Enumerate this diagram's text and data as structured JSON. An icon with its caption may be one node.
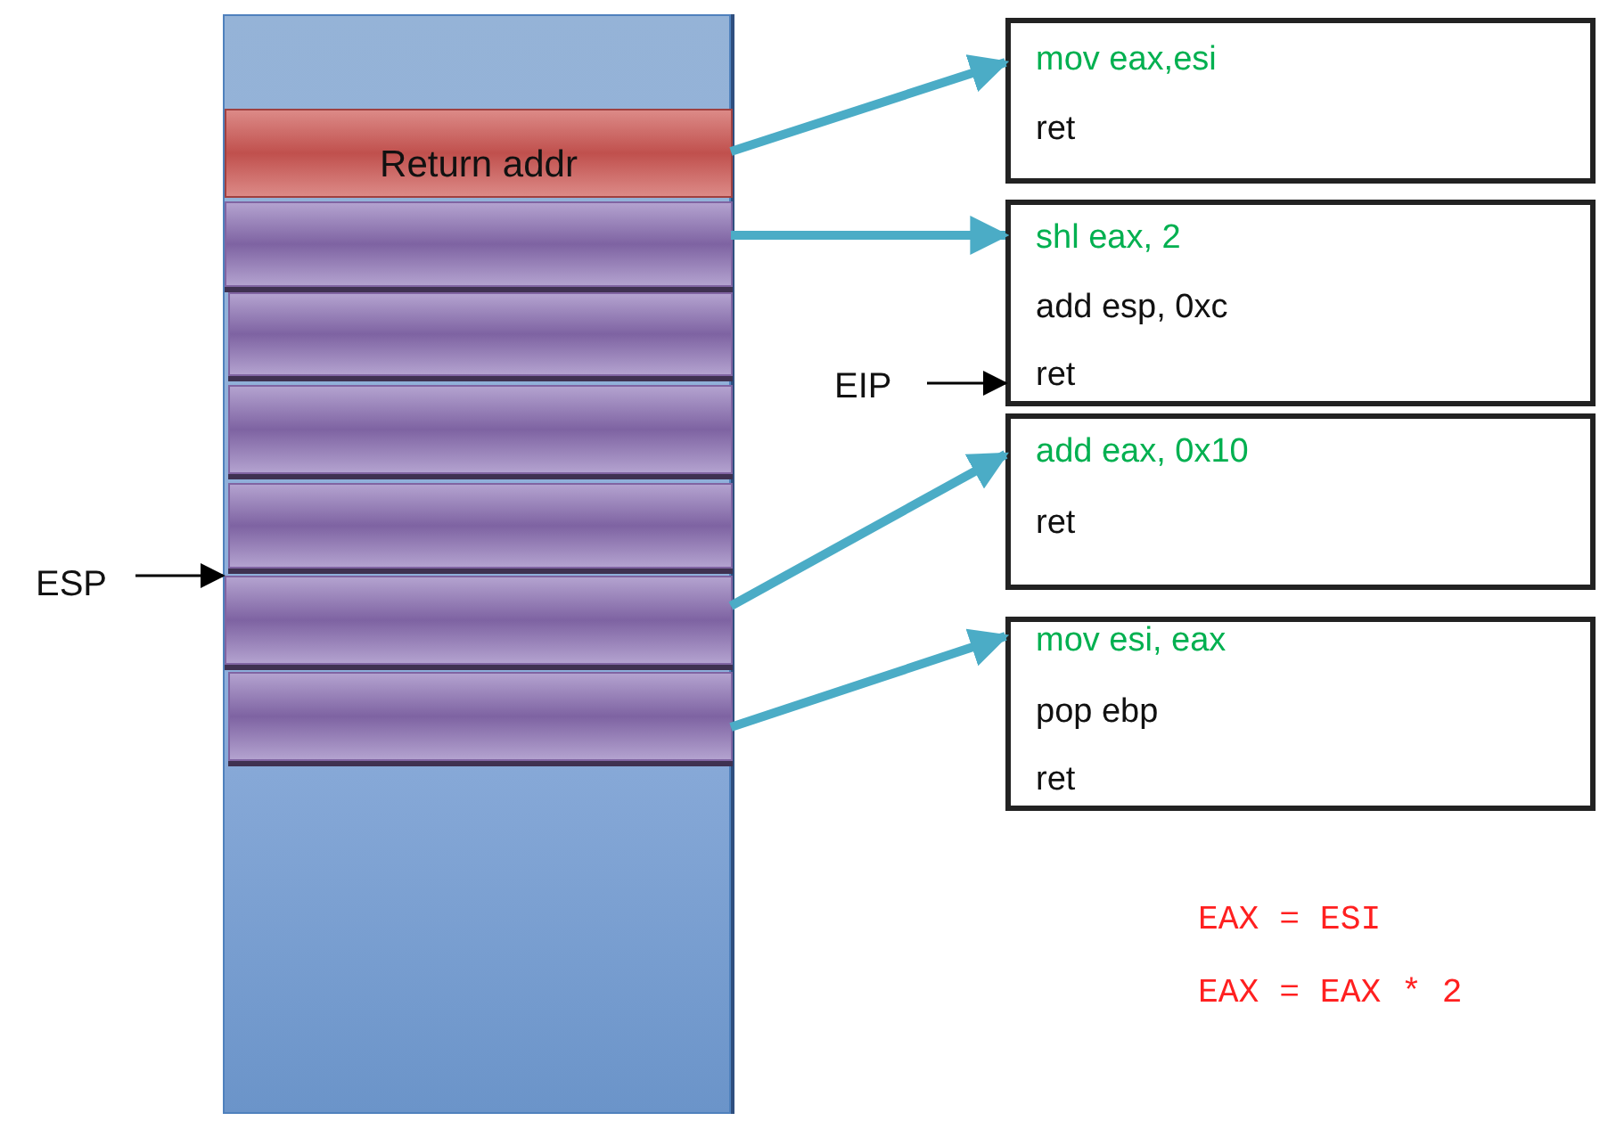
{
  "diagram": {
    "nodes": [
      {
        "text": [],
        "shape": "box"
      },
      {
        "text": [
          "Return addr"
        ],
        "in": 0
      },
      {
        "text": [],
        "shape": "bar",
        "in": 0
      },
      {
        "text": [],
        "shape": "bar",
        "in": 0
      },
      {
        "text": [],
        "shape": "bar",
        "in": 0
      },
      {
        "text": [],
        "shape": "bar",
        "in": 0
      },
      {
        "text": [],
        "shape": "bar",
        "in": 0
      },
      {
        "text": [],
        "shape": "bar",
        "in": 0
      },
      {
        "text": [
          "mov eax,esi",
          "ret"
        ]
      },
      {
        "text": [
          "shl eax, 2",
          "add esp, 0xc",
          "ret"
        ]
      },
      {
        "text": [
          "add eax, 0x10",
          "ret"
        ]
      },
      {
        "text": [
          "mov esi, eax",
          "pop ebp",
          "ret"
        ]
      },
      {
        "text": [
          "EIP"
        ]
      },
      {
        "text": [
          "ESP"
        ]
      }
    ],
    "edges": [
      {
        "from": 1,
        "to": 8,
        "arrow": "to"
      },
      {
        "from": 2,
        "to": 9,
        "arrow": "to"
      },
      {
        "from": 6,
        "to": 10,
        "arrow": "to"
      },
      {
        "from": 7,
        "to": 11,
        "arrow": "to"
      },
      {
        "from": 12,
        "to": 9,
        "arrow": "to",
        "color": "#000000"
      },
      {
        "from": 13,
        "to": 6,
        "arrow": "to",
        "color": "#000000"
      }
    ],
    "labels": [
      "EAX = ESI",
      "EAX = EAX * 2"
    ]
  }
}
